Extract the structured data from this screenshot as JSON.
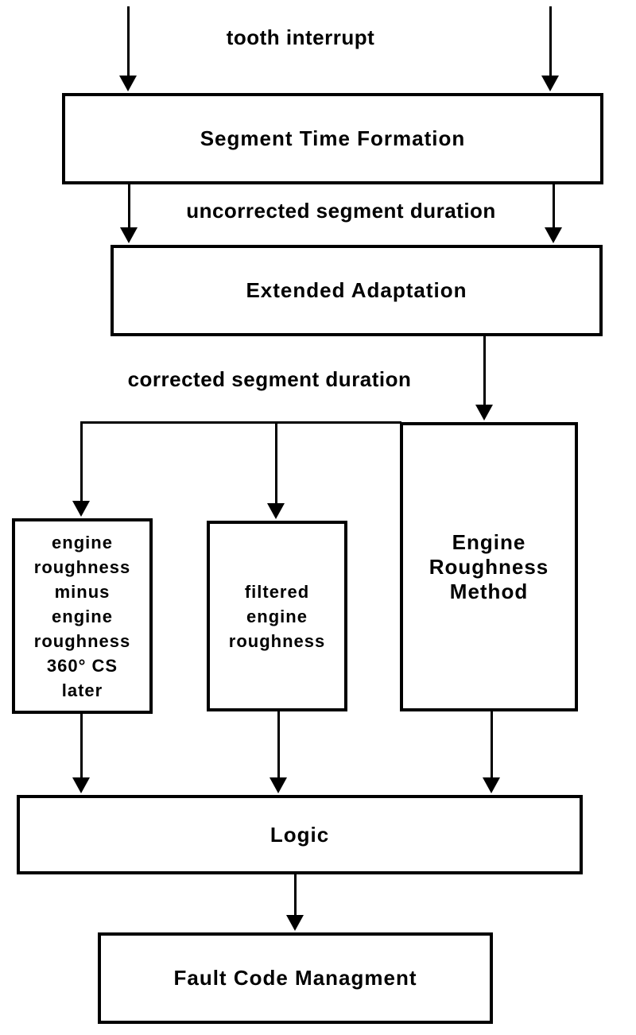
{
  "diagram": {
    "title_hint": "engine roughness fault detection flow",
    "colors": {
      "line": "#000000",
      "background": "#ffffff"
    },
    "edge_labels": {
      "tooth_interrupt": "tooth interrupt",
      "uncorrected_segment_duration": "uncorrected segment duration",
      "corrected_segment_duration": "corrected segment duration"
    },
    "nodes": {
      "segment_time_formation": {
        "label": "Segment Time Formation"
      },
      "extended_adaptation": {
        "label": "Extended Adaptation"
      },
      "engine_roughness_delta": {
        "label": "engine\nroughness\nminus\nengine\nroughness\n360° CS\nlater"
      },
      "filtered_engine_roughness": {
        "label": "filtered\nengine\nroughness"
      },
      "engine_roughness_method": {
        "label": "Engine\nRoughness\nMethod"
      },
      "logic": {
        "label": "Logic"
      },
      "fault_code_management": {
        "label": "Fault Code Managment"
      }
    }
  }
}
